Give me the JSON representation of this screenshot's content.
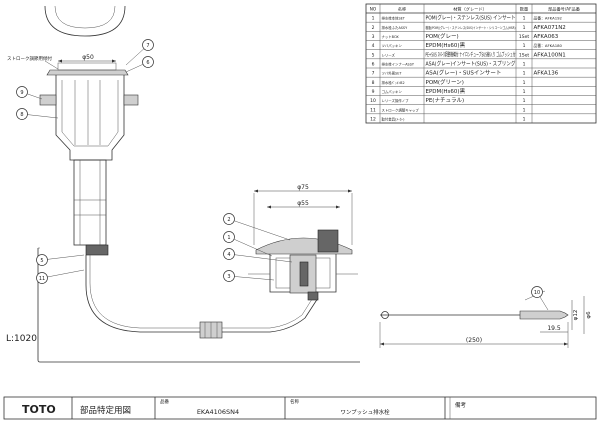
{
  "parts_table": {
    "headers": [
      "NO",
      "名称",
      "材質（グレード）",
      "数量",
      "部品番号/AF品番"
    ],
    "rows": [
      {
        "no": "1",
        "name": "排水栓本体SET",
        "material": "POM(グレー)・ステンレス(SUS) インサート",
        "qty": "1",
        "code": "品番：AFKA192"
      },
      {
        "no": "2",
        "name": "排水栓ふたASSY",
        "material": "樹脂(POM)(グレー)・ステンレス(SUS)インサート・シリコーンゴム(HSR)",
        "qty": "1",
        "code": "AFKA071N2"
      },
      {
        "no": "3",
        "name": "ナットBOX",
        "material": "POM(グレー)",
        "qty": "1Set",
        "code": "AFKA063"
      },
      {
        "no": "4",
        "name": "ツバパッキン",
        "material": "EPDM(Hs60)黒",
        "qty": "1",
        "code": "品番：AFKA180"
      },
      {
        "no": "5",
        "name": "レリーズ",
        "material": "PE+SUS ｽﾄﾛｰｸ調整機構付 ナイロンチューブSUS線入り ゴムブッシュ付",
        "qty": "1Set",
        "code": "AFKA100N1"
      },
      {
        "no": "6",
        "name": "排水栓インナーASSY",
        "material": "ASA(グレー)インサート(SUS)・スプリング",
        "qty": "1",
        "code": ""
      },
      {
        "no": "7",
        "name": "ツバ外周SET",
        "material": "ASA(グレー)・SUSインサート",
        "qty": "1",
        "code": "AFKA136"
      },
      {
        "no": "8",
        "name": "排水栓ﾊﾟｯｷﾝB2",
        "material": "POM(グリーン)",
        "qty": "1",
        "code": ""
      },
      {
        "no": "9",
        "name": "ゴムパッキン",
        "material": "EPDM(Hs60)黒",
        "qty": "1",
        "code": ""
      },
      {
        "no": "10",
        "name": "レリーズ操作ノブ",
        "material": "PE(ナチュラル)",
        "qty": "1",
        "code": ""
      },
      {
        "no": "11",
        "name": "ストローク調整キャップ",
        "material": "",
        "qty": "1",
        "code": ""
      },
      {
        "no": "12",
        "name": "取付金具(ﾒｰｶｰ)",
        "material": "",
        "qty": "1",
        "code": ""
      }
    ]
  },
  "drawing": {
    "stroke_label": "ストローク調節用傾付",
    "dim_phi50": "φ50",
    "dim_phi75": "φ75",
    "dim_phi55": "φ55",
    "dim_phi12": "φ12",
    "dim_phi6": "φ6",
    "dim_19_5": "19.5",
    "dim_250": "(250)",
    "length_label": "L:1020",
    "callouts_left": [
      "7",
      "6",
      "9",
      "8",
      "5",
      "11"
    ],
    "callouts_right": [
      "2",
      "1",
      "4",
      "3"
    ],
    "callout_knob": "10"
  },
  "title_block": {
    "logo": "TOTO",
    "doc_title": "部品特定用図",
    "part_no_label": "品番",
    "part_no": "EKA4106SN4",
    "name_label": "名称",
    "name": "ワンプッシュ排水栓",
    "note_label": "備考"
  }
}
